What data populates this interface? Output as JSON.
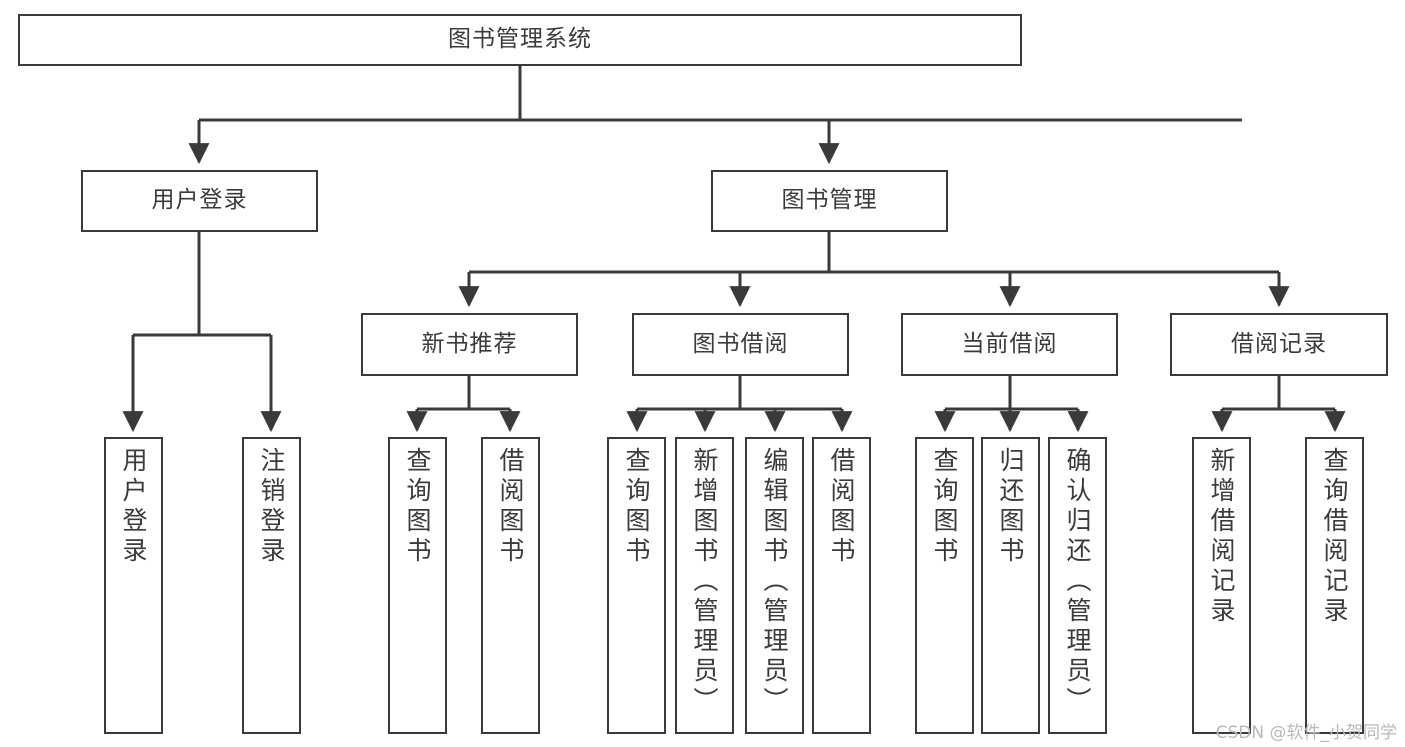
{
  "diagram": {
    "title": "图书管理系统",
    "type": "tree-structure-chart",
    "colors": {
      "stroke": "#3a3a3a",
      "fill": "#ffffff",
      "text": "#3b3b3b",
      "watermark": "#b9b9b9"
    },
    "root": {
      "label": "图书管理系统"
    },
    "level2": [
      {
        "label": "用户登录"
      },
      {
        "label": "图书管理"
      }
    ],
    "level3": [
      {
        "label": "新书推荐"
      },
      {
        "label": "图书借阅"
      },
      {
        "label": "当前借阅"
      },
      {
        "label": "借阅记录"
      }
    ],
    "leaves": {
      "user_login": [
        {
          "label": "用户登录"
        },
        {
          "label": "注销登录"
        }
      ],
      "new_book": [
        {
          "label": "查询图书"
        },
        {
          "label": "借阅图书"
        }
      ],
      "book_borrow": [
        {
          "label": "查询图书"
        },
        {
          "label": "新增图书（管理员）"
        },
        {
          "label": "编辑图书（管理员）"
        },
        {
          "label": "借阅图书"
        }
      ],
      "current_borrow": [
        {
          "label": "查询图书"
        },
        {
          "label": "归还图书"
        },
        {
          "label": "确认归还（管理员）"
        }
      ],
      "borrow_record": [
        {
          "label": "新增借阅记录"
        },
        {
          "label": "查询借阅记录"
        }
      ]
    }
  },
  "watermark": {
    "text": "CSDN @软件_小贺同学"
  }
}
